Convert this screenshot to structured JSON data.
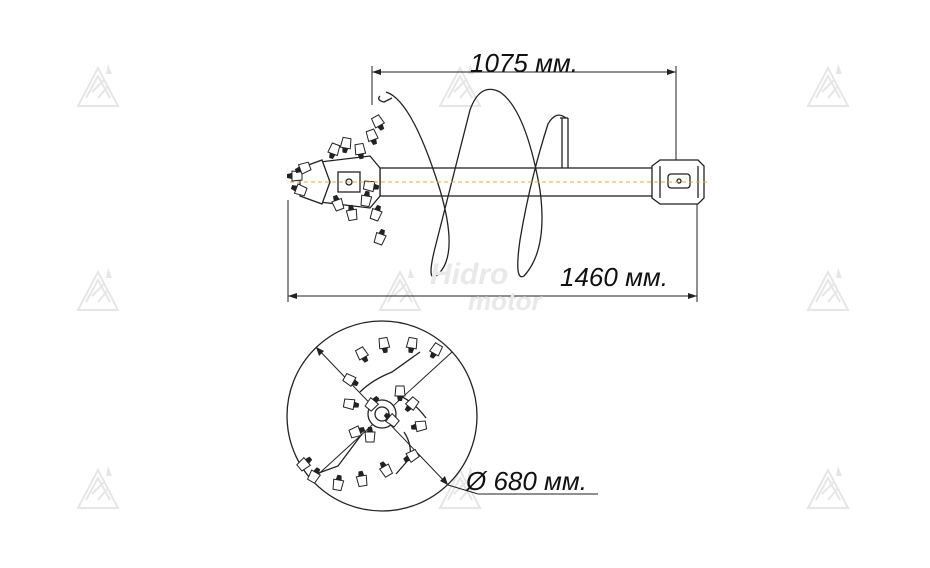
{
  "dimensions": {
    "length_upper": "1075 мм.",
    "length_total": "1460 мм.",
    "diameter": "Ø 680 мм."
  },
  "watermark": {
    "brand_line1": "Hidro",
    "brand_line2": "motor",
    "logo_icon": "hidromotor-logo-icon",
    "color": "#e6e6e6"
  },
  "colors": {
    "line": "#222222",
    "centerline": "#f0a640"
  }
}
